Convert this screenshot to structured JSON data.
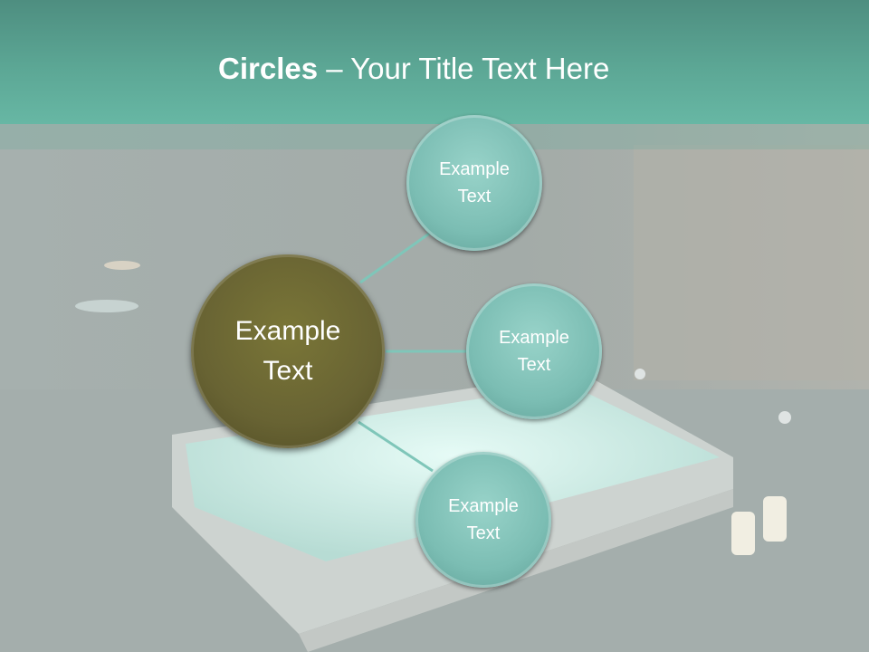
{
  "title": {
    "bold": "Circles",
    "rest": " – Your Title Text Here"
  },
  "center_circle": {
    "line1": "Example",
    "line2": "Text"
  },
  "satellites": [
    {
      "line1": "Example",
      "line2": "Text"
    },
    {
      "line1": "Example",
      "line2": "Text"
    },
    {
      "line1": "Example",
      "line2": "Text"
    }
  ],
  "colors": {
    "header": "#5ca795",
    "satellite": "#7bbdb3",
    "center": "#686333",
    "connector": "#7fc6b9"
  }
}
